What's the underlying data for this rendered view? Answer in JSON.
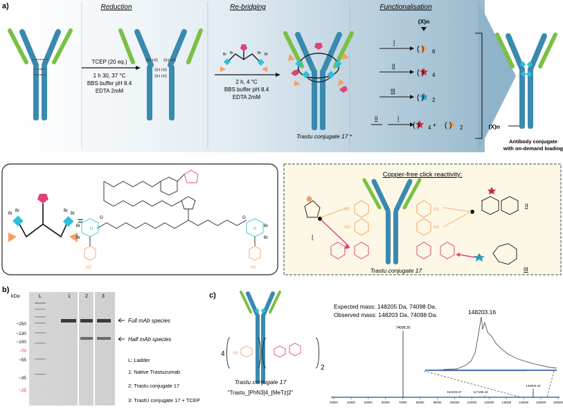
{
  "panel_a": {
    "label": "a)",
    "stages": [
      "Reduction",
      "Re-bridging",
      "Functionalisation"
    ],
    "reduction_conditions": [
      "TCEP (20  eq.)",
      "1 h 30, 37 °C",
      "BBS buffer pH 8.4",
      "EDTA 2mM"
    ],
    "rebridging_conditions": [
      "2 h, 4 °C",
      "BBS buffer pH 8.4",
      "EDTA 2mM"
    ],
    "reduced_labels": [
      "SH HS",
      "SH HS",
      "SH HS",
      "SH HS"
    ],
    "conjugate_label": "Trastu conjugate 17",
    "conjugate_star": "*",
    "xn_top": "(X)n",
    "routes": [
      {
        "steps": [
          "I"
        ],
        "product": "6"
      },
      {
        "steps": [
          "II"
        ],
        "product": "4"
      },
      {
        "steps": [
          "III"
        ],
        "product": "2"
      },
      {
        "steps": [
          "II",
          "I"
        ],
        "product": "4 + 2"
      }
    ],
    "bracket_label": "(X)n",
    "final_label": "Antibody  conjugate",
    "final_sublabel": "with on-demand loading",
    "linker_equals": "=",
    "click_title": "Copper-free click reactivity:",
    "click_labels": [
      "I",
      "II",
      "III"
    ],
    "click_conjugate": "Trastu conjugate 17",
    "atoms": {
      "br": "Br",
      "n": "N",
      "o": "O",
      "n3": "N3"
    }
  },
  "panel_b": {
    "label": "b)",
    "lanes": [
      "L",
      "1",
      "2",
      "3"
    ],
    "kda_title": "kDa",
    "markers": [
      "250",
      "130",
      "100",
      "70",
      "55",
      "35",
      "25"
    ],
    "arrows": [
      "Full mAb species",
      "Half mAb species"
    ],
    "legend": [
      "L: Ladder",
      "1: Native Trastuzumab",
      "2: Trastu conjugate 17",
      "3: TrastU conjugate 17 + TCEP"
    ]
  },
  "panel_c": {
    "label": "c)",
    "left_coeff": "4",
    "right_coeff": "2",
    "conjugate_label": "Trastu conjugate 17",
    "formula": "“Trastu_[PhN3]4_[MeTz]2”",
    "expected": "Expected mass: 148205 Da, 74098 Da.",
    "observed": "Observed mass: 148203 Da, 74098 Da.",
    "peak_main": "148203.16",
    "peak_half": "74098.30",
    "peak_minor_1": "104325.67",
    "peak_minor_2": "117195.43",
    "peak_small": "148203.16",
    "x_ticks": [
      "30000",
      "40000",
      "50000",
      "60000",
      "70000",
      "80000",
      "90000",
      "100000",
      "110000",
      "120000",
      "130000",
      "140000",
      "150000",
      "160000"
    ],
    "colors": {
      "heavy": "#3a8ab0",
      "light": "#7ac043",
      "cyan": "#2fc0d8",
      "pink": "#e0427a",
      "orange": "#f5a060",
      "star_red": "#d0283c",
      "star_tan": "#e8a070",
      "trace": "#1a4aa0"
    }
  }
}
